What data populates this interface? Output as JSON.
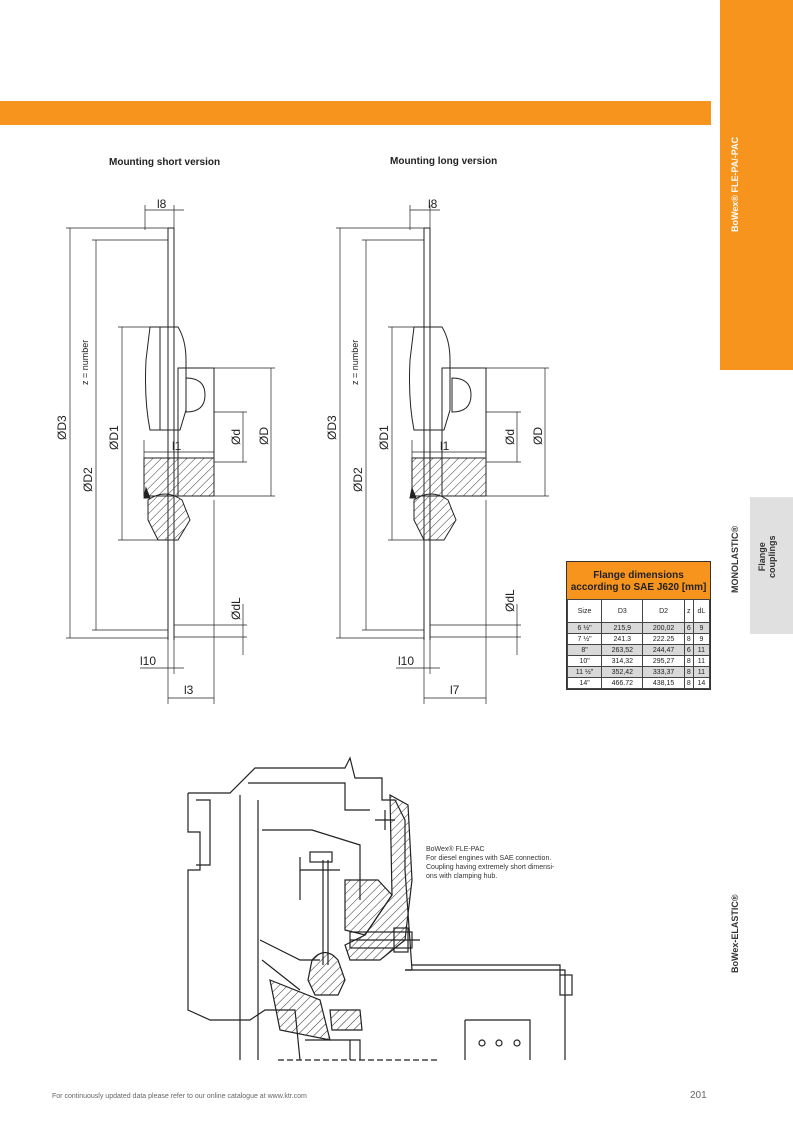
{
  "side_tabs": {
    "product": "BoWex® FLE-PA/-PAC",
    "monolastic": "MONOLASTIC®",
    "flange_line1": "Flange",
    "flange_line2": "couplings",
    "bowex_elastic": "BoWex-ELASTIC®"
  },
  "headings": {
    "short": "Mounting short version",
    "long": "Mounting long version"
  },
  "dims_short": {
    "l8": "l8",
    "d3": "ØD3",
    "d2": "ØD2",
    "d1": "ØD1",
    "z": "z = number",
    "l1": "l1",
    "d": "Ød",
    "D": "ØD",
    "dL": "ØdL",
    "l10": "l10",
    "l3": "l3"
  },
  "dims_long": {
    "l8": "l8",
    "d3": "ØD3",
    "d2": "ØD2",
    "d1": "ØD1",
    "z": "z = number",
    "l1": "l1",
    "d": "Ød",
    "D": "ØD",
    "dL": "ØdL",
    "l10": "l10",
    "l7": "l7"
  },
  "flange_table": {
    "title_line1": "Flange dimensions",
    "title_line2": "according to SAE J620 [mm]",
    "headers": [
      "Size",
      "D3",
      "D2",
      "z",
      "dL"
    ],
    "rows": [
      [
        "6 ½\"",
        "215,9",
        "200,02",
        "6",
        "9"
      ],
      [
        "7 ½\"",
        "241.3",
        "222.25",
        "8",
        "9"
      ],
      [
        "8\"",
        "263,52",
        "244,47",
        "6",
        "11"
      ],
      [
        "10\"",
        "314,32",
        "295,27",
        "8",
        "11"
      ],
      [
        "11 ½\"",
        "352,42",
        "333,37",
        "8",
        "11"
      ],
      [
        "14\"",
        "466.72",
        "438,15",
        "8",
        "14"
      ]
    ]
  },
  "caption": {
    "line1": "BoWex® FLE-PAC",
    "line2": "For diesel engines with SAE connection.",
    "line3": "Coupling having extremely short dimensi-",
    "line4": "ons with clamping hub."
  },
  "footer": {
    "note": "For continuously updated data please refer to our online catalogue at www.ktr.com",
    "page": "201"
  },
  "colors": {
    "accent": "#f7941d",
    "grey_tab": "#e0e0e0",
    "row_shade": "#d9d9d9"
  }
}
